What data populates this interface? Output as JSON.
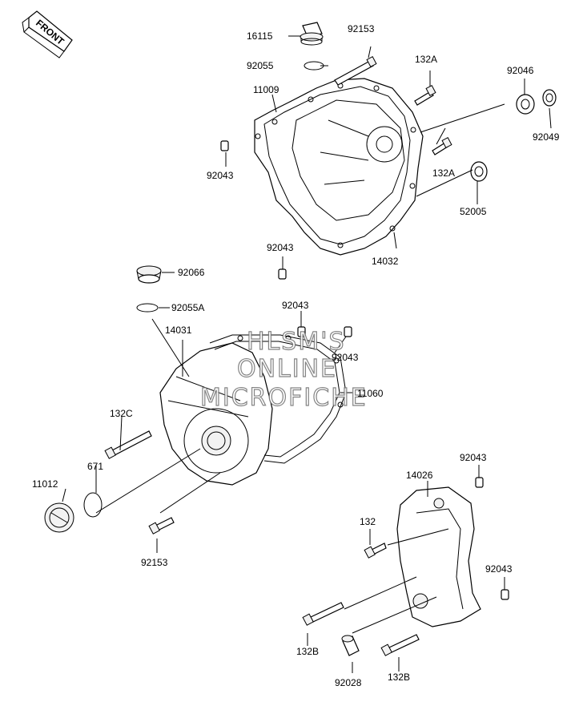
{
  "front_badge": "FRONT",
  "watermark": [
    "HLSM'S",
    "ONLINE",
    "MICROFICHE"
  ],
  "parts": {
    "p16115": "16115",
    "p92153_top": "92153",
    "p92055": "92055",
    "p132A_top": "132A",
    "p92046": "92046",
    "p11009": "11009",
    "p92049": "92049",
    "p92043_a": "92043",
    "p132A_mid": "132A",
    "p52005": "52005",
    "p92043_b": "92043",
    "p14032": "14032",
    "p92066": "92066",
    "p92055A": "92055A",
    "p92043_c": "92043",
    "p14031": "14031",
    "p92043_d": "92043",
    "p11060": "11060",
    "p132C": "132C",
    "p671": "671",
    "p11012": "11012",
    "p92043_e": "92043",
    "p14026": "14026",
    "p132": "132",
    "p92153_bot": "92153",
    "p92043_f": "92043",
    "p132B_a": "132B",
    "p92028": "92028",
    "p132B_b": "132B"
  }
}
